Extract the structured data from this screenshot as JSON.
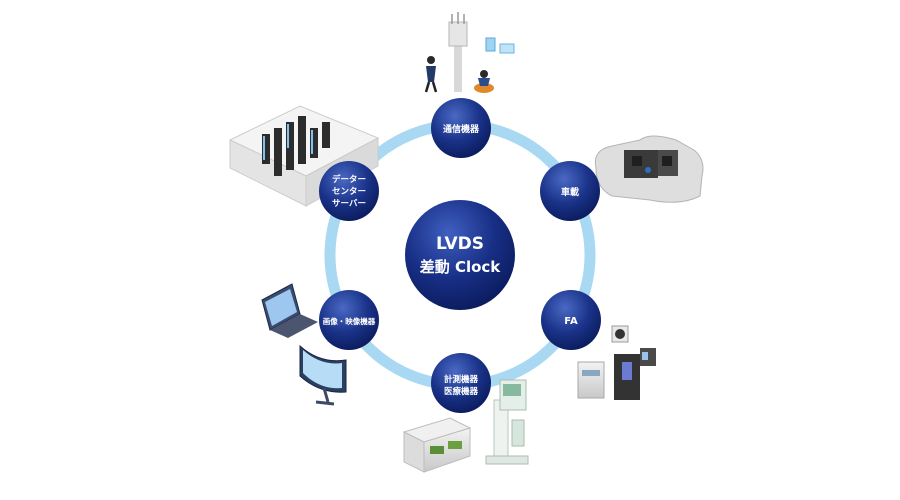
{
  "center": {
    "line1": "LVDS",
    "line2": "差動 Clock"
  },
  "nodes": [
    {
      "id": "telecom",
      "lines": [
        "通信機器"
      ]
    },
    {
      "id": "automotive",
      "lines": [
        "車載"
      ]
    },
    {
      "id": "fa",
      "lines": [
        "FA"
      ]
    },
    {
      "id": "measurement-medical",
      "lines": [
        "計測機器",
        "医療機器"
      ]
    },
    {
      "id": "image-video",
      "lines": [
        "画像・映像機器"
      ]
    },
    {
      "id": "datacenter-server",
      "lines": [
        "データー",
        "センター",
        "サーバー"
      ]
    }
  ],
  "colors": {
    "ring": "#a9d8f3",
    "node_dark": "#0a1e63",
    "node_light": "#3b5bb5",
    "text": "#ffffff"
  }
}
